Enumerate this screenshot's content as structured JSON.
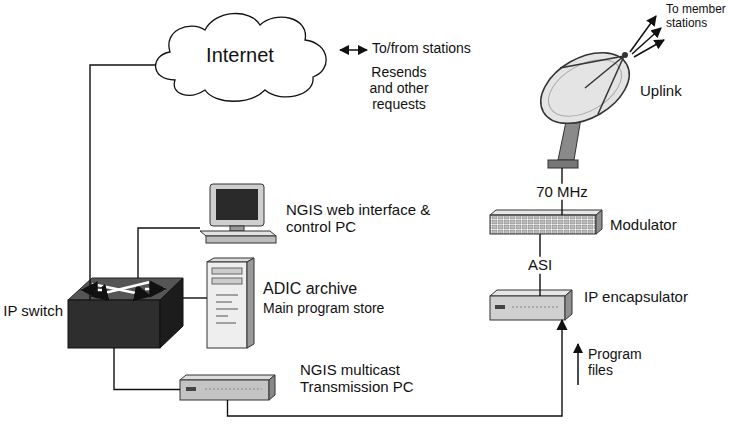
{
  "diagram": {
    "nodes": [
      {
        "text": [
          "Internet"
        ]
      },
      {
        "text": [
          "IP switch"
        ]
      },
      {
        "text": [
          "NGIS web interface & control PC"
        ]
      },
      {
        "text": [
          "ADIC archive",
          "Main program store"
        ]
      },
      {
        "text": [
          "NGIS multicast Transmission PC"
        ]
      },
      {
        "text": [
          "IP encapsulator"
        ]
      },
      {
        "text": [
          "Modulator"
        ]
      },
      {
        "text": [
          "Uplink"
        ]
      }
    ],
    "edges": [
      {
        "from": 0,
        "to": 1,
        "arrow": "none"
      },
      {
        "from": 1,
        "to": 2,
        "arrow": "none"
      },
      {
        "from": 1,
        "to": 3,
        "arrow": "none"
      },
      {
        "from": 1,
        "to": 4,
        "arrow": "none"
      },
      {
        "from": 4,
        "to": 5,
        "arrow": "to"
      },
      {
        "from": 5,
        "to": 6,
        "label": "ASI",
        "arrow": "none"
      },
      {
        "from": 6,
        "to": 7,
        "label": "70 MHz",
        "arrow": "none"
      }
    ],
    "labels": [
      "To/from stations",
      "Resends and other requests",
      "To member stations",
      "Program files"
    ]
  }
}
